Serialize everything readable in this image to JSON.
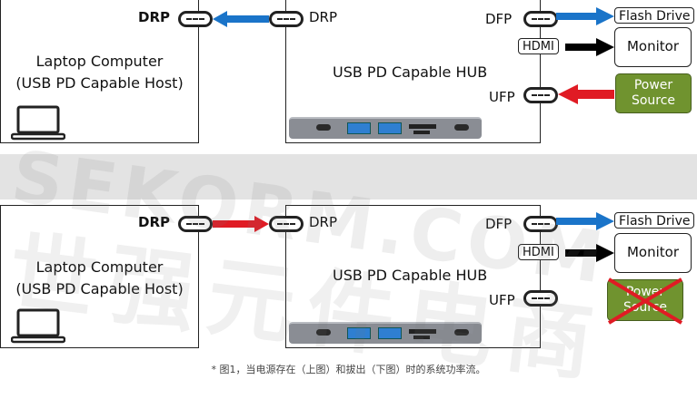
{
  "panels": [
    {
      "id": "top",
      "laptop": {
        "title": "Laptop Computer",
        "subtitle": "(USB PD Capable Host)",
        "port_label": "DRP"
      },
      "hub": {
        "title": "USB PD Capable HUB",
        "port_up": "DRP",
        "port_dfp": "DFP",
        "port_ufp": "UFP"
      },
      "peripherals": {
        "flash": "Flash Drive",
        "hdmi": "HDMI",
        "monitor": "Monitor",
        "power": "Power Source"
      },
      "link_arrow": {
        "direction": "left",
        "color": "#1a74c9"
      },
      "power_arrow_color": "#e01b24",
      "power_connected": true
    },
    {
      "id": "bottom",
      "laptop": {
        "title": "Laptop Computer",
        "subtitle": "(USB PD Capable Host)",
        "port_label": "DRP"
      },
      "hub": {
        "title": "USB PD Capable HUB",
        "port_up": "DRP",
        "port_dfp": "DFP",
        "port_ufp": "UFP"
      },
      "peripherals": {
        "flash": "Flash Drive",
        "hdmi": "HDMI",
        "monitor": "Monitor",
        "power": "Power Source"
      },
      "link_arrow": {
        "direction": "right",
        "color": "#e01b24"
      },
      "power_connected": false
    }
  ],
  "watermark": {
    "line1": "SEKORM.COM",
    "line2": "世强元件电商"
  },
  "caption": "* 图1，当电源存在（上图）和拔出（下图）时的系统功率流。",
  "colors": {
    "blue_arrow": "#1a74c9",
    "red_arrow": "#e01b24",
    "black_arrow": "#000000",
    "green": "#70932f"
  }
}
